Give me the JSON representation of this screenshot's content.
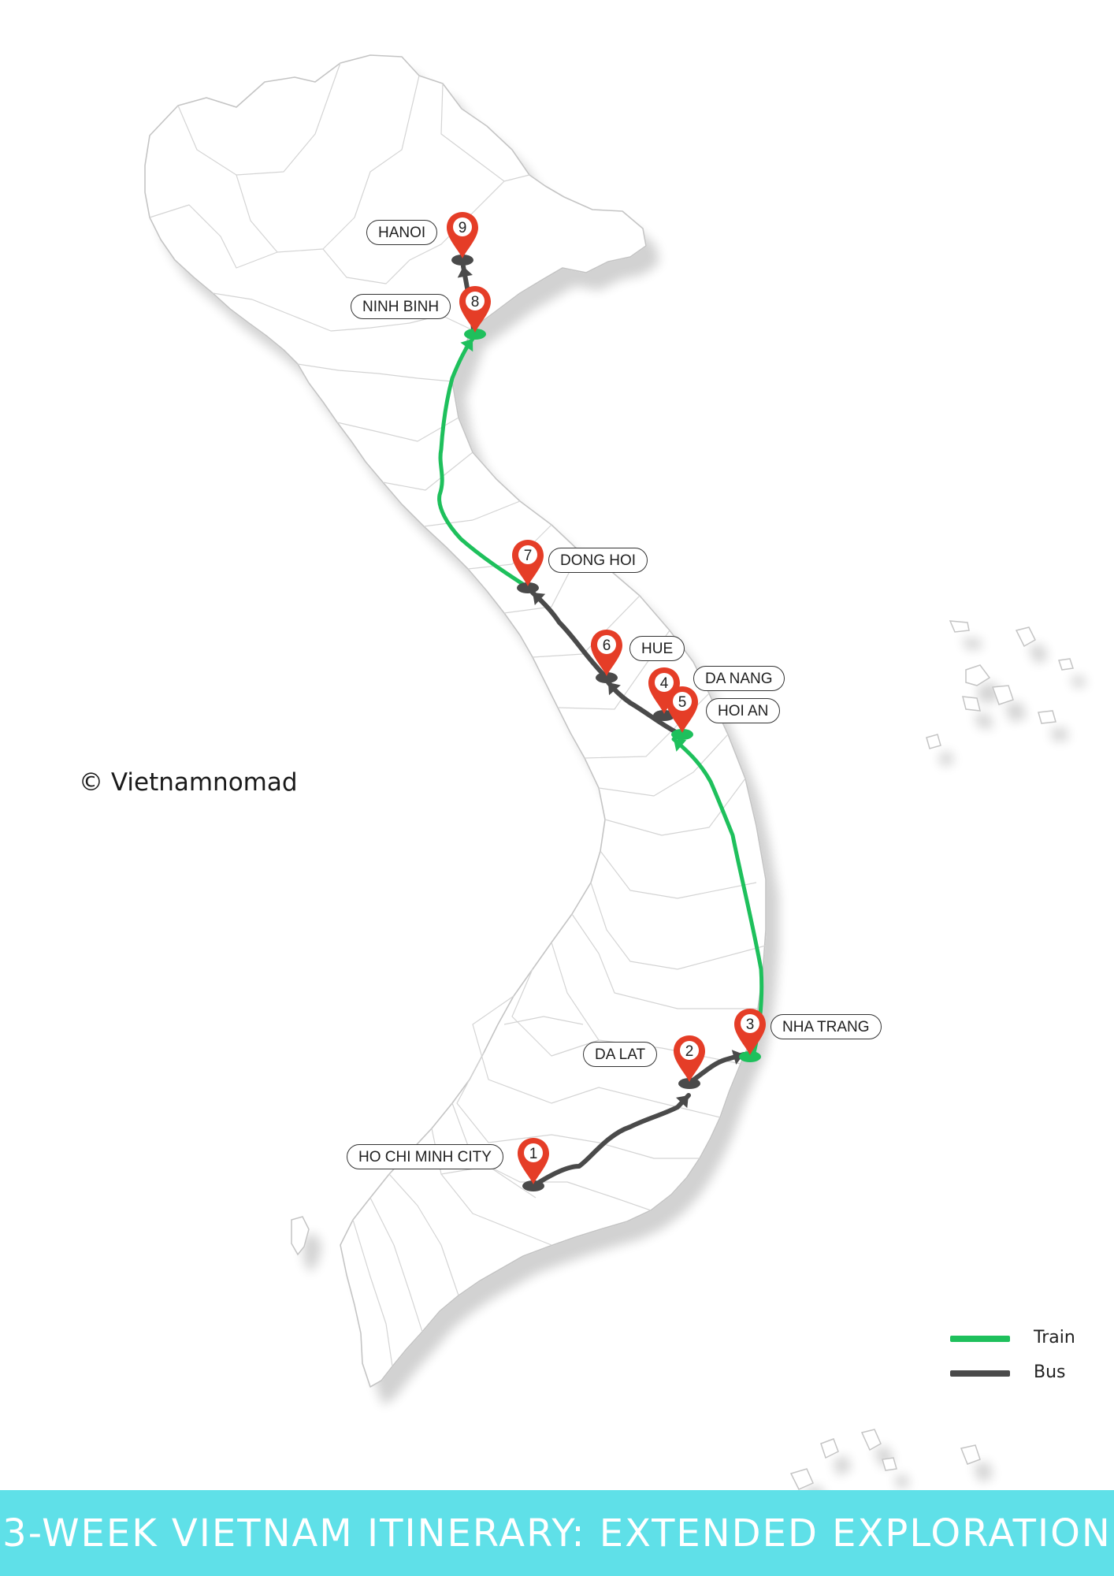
{
  "title": "3-WEEK VIETNAM ITINERARY: EXTENDED EXPLORATION",
  "credit": "© Vietnamnomad",
  "colors": {
    "train": "#1ec05c",
    "bus": "#4a4a4a",
    "marker": "#e53d27",
    "banner": "#5fe0e8",
    "border": "#c9c9c9"
  },
  "stops": [
    {
      "number": "1",
      "name": "HO CHI MINH CITY"
    },
    {
      "number": "2",
      "name": "DA LAT"
    },
    {
      "number": "3",
      "name": "NHA TRANG"
    },
    {
      "number": "4",
      "name": "DA NANG"
    },
    {
      "number": "5",
      "name": "HOI AN"
    },
    {
      "number": "6",
      "name": "HUE"
    },
    {
      "number": "7",
      "name": "DONG HOI"
    },
    {
      "number": "8",
      "name": "NINH BINH"
    },
    {
      "number": "9",
      "name": "HANOI"
    }
  ],
  "legend": [
    {
      "label": "Train",
      "color": "#1ec05c"
    },
    {
      "label": "Bus",
      "color": "#4a4a4a"
    }
  ],
  "routes": [
    {
      "from": "1",
      "to": "2",
      "mode": "Bus"
    },
    {
      "from": "2",
      "to": "3",
      "mode": "Bus"
    },
    {
      "from": "3",
      "to": "5",
      "mode": "Train"
    },
    {
      "from": "5",
      "to": "6",
      "mode": "Bus"
    },
    {
      "from": "6",
      "to": "7",
      "mode": "Bus"
    },
    {
      "from": "7",
      "to": "8",
      "mode": "Train"
    },
    {
      "from": "8",
      "to": "9",
      "mode": "Bus"
    }
  ]
}
